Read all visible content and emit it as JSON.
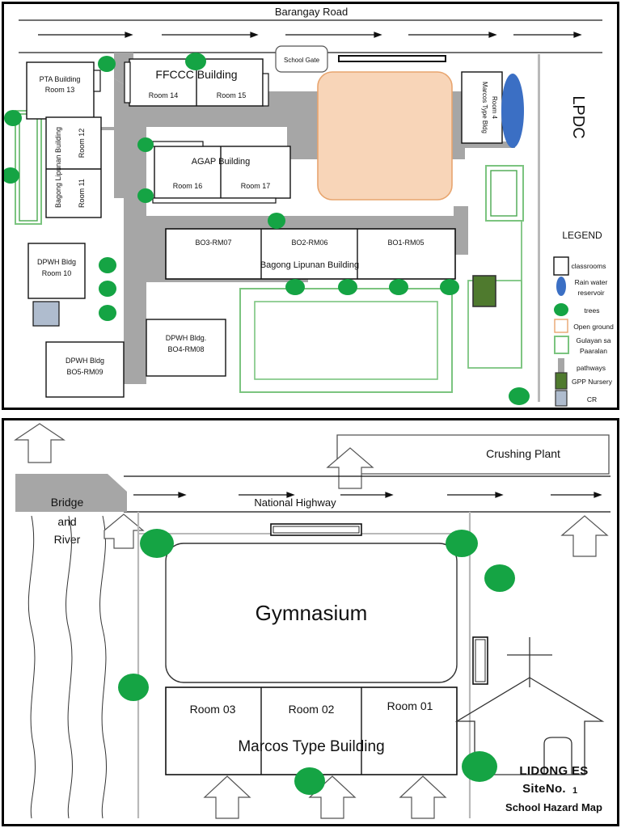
{
  "document": {
    "title_line1": "LIDONG ES",
    "title_line2_a": "SiteNo.",
    "title_line2_b": "1",
    "title_line3": "School Hazard Map"
  },
  "colors": {
    "tree_green": "#15a444",
    "gulayan_green": "#7bc47f",
    "gulayan_green_dark": "#4aa84f",
    "pathway_gray": "#a6a6a6",
    "reservoir_blue": "#3b6fc4",
    "open_ground_orange": "#f6c9a4",
    "open_ground_border": "#e8a56f",
    "gpp_nursery_green": "#4f7a2e",
    "cr_blue": "#afbcce",
    "bridge_gray": "#a6a6a6",
    "outline_black": "#000000"
  },
  "top_map": {
    "road_label": "Barangay Road",
    "gate_label": "School Gate",
    "lpdc_label": "LPDC",
    "arrow_count": 6,
    "buildings": [
      {
        "id": "pta",
        "name": "PTA Building",
        "room": "Room 13"
      },
      {
        "id": "ffccc",
        "name": "FFCCC Building",
        "rooms": [
          "Room 14",
          "Room 15"
        ]
      },
      {
        "id": "agap",
        "name": "AGAP Building",
        "rooms": [
          "Room 16",
          "Room 17"
        ]
      },
      {
        "id": "bagong-vert",
        "name": "Bagong Lipunan Building",
        "rooms": [
          "Room 12",
          "Room 11"
        ]
      },
      {
        "id": "bagong-horiz",
        "name": "Bagong Lipunan Building",
        "rooms": [
          "BO3-RM07",
          "BO2-RM06",
          "BO1-RM05"
        ]
      },
      {
        "id": "dpwh-10",
        "name": "DPWH Bldg",
        "room": "Room 10"
      },
      {
        "id": "dpwh-bo5",
        "name": "DPWH Bldg",
        "room": "BO5-RM09"
      },
      {
        "id": "dpwh-bo4",
        "name": "DPWH Bldg.",
        "room": "BO4-RM08"
      },
      {
        "id": "marcos-type-4",
        "name": "Marcos Type Bldg",
        "room": "Room 4"
      }
    ]
  },
  "legend": {
    "heading": "LEGEND",
    "items": [
      {
        "swatch": "classroom-swatch",
        "label": "classrooms"
      },
      {
        "swatch": "reservoir-swatch",
        "label": "Rain water reservoir"
      },
      {
        "swatch": "tree-swatch",
        "label": "trees"
      },
      {
        "swatch": "open-ground-swatch",
        "label": "Open ground"
      },
      {
        "swatch": "gulayan-swatch",
        "label": "Gulayan sa Paaralan"
      },
      {
        "swatch": "pathway-swatch",
        "label": "pathways"
      },
      {
        "swatch": "gpp-nursery-swatch",
        "label": "GPP Nursery"
      },
      {
        "swatch": "cr-swatch",
        "label": "CR"
      }
    ],
    "label_lines": {
      "reservoir_l1": "Rain water",
      "reservoir_l2": "reservoir",
      "gulayan_l1": "Gulayan sa",
      "gulayan_l2": "Paaralan"
    }
  },
  "bottom_map": {
    "highway_label": "National Highway",
    "crushing_plant_label": "Crushing Plant",
    "bridge_label_l1": "Bridge",
    "bridge_label_l2": "and",
    "bridge_label_l3": "River",
    "gymnasium_label": "Gymnasium",
    "marcos_building_label": "Marcos Type Building",
    "marcos_rooms": [
      "Room 03",
      "Room 02",
      "Room 01"
    ],
    "church_name": "church-icon",
    "evac_arrow_count": 6
  }
}
